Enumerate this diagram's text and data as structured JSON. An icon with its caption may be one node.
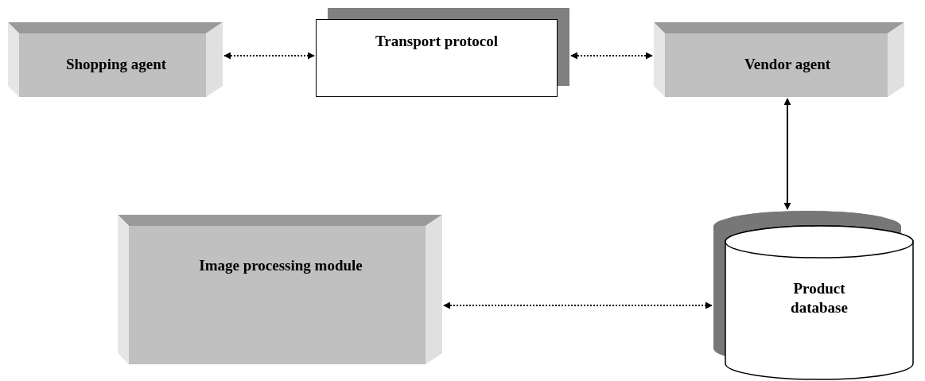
{
  "diagram": {
    "nodes": [
      {
        "text": [
          "Shopping agent"
        ]
      },
      {
        "text": [
          "Transport protocol"
        ]
      },
      {
        "text": [
          "Vendor agent"
        ]
      },
      {
        "text": [
          "Product database"
        ]
      },
      {
        "text": [
          "Image processing module"
        ]
      }
    ],
    "edges": [
      {
        "from": 0,
        "to": 1,
        "arrow": "both",
        "style": "dashed"
      },
      {
        "from": 1,
        "to": 2,
        "arrow": "both",
        "style": "dashed"
      },
      {
        "from": 2,
        "to": 3,
        "arrow": "both"
      },
      {
        "from": 4,
        "to": 3,
        "arrow": "both",
        "style": "dashed"
      }
    ]
  }
}
